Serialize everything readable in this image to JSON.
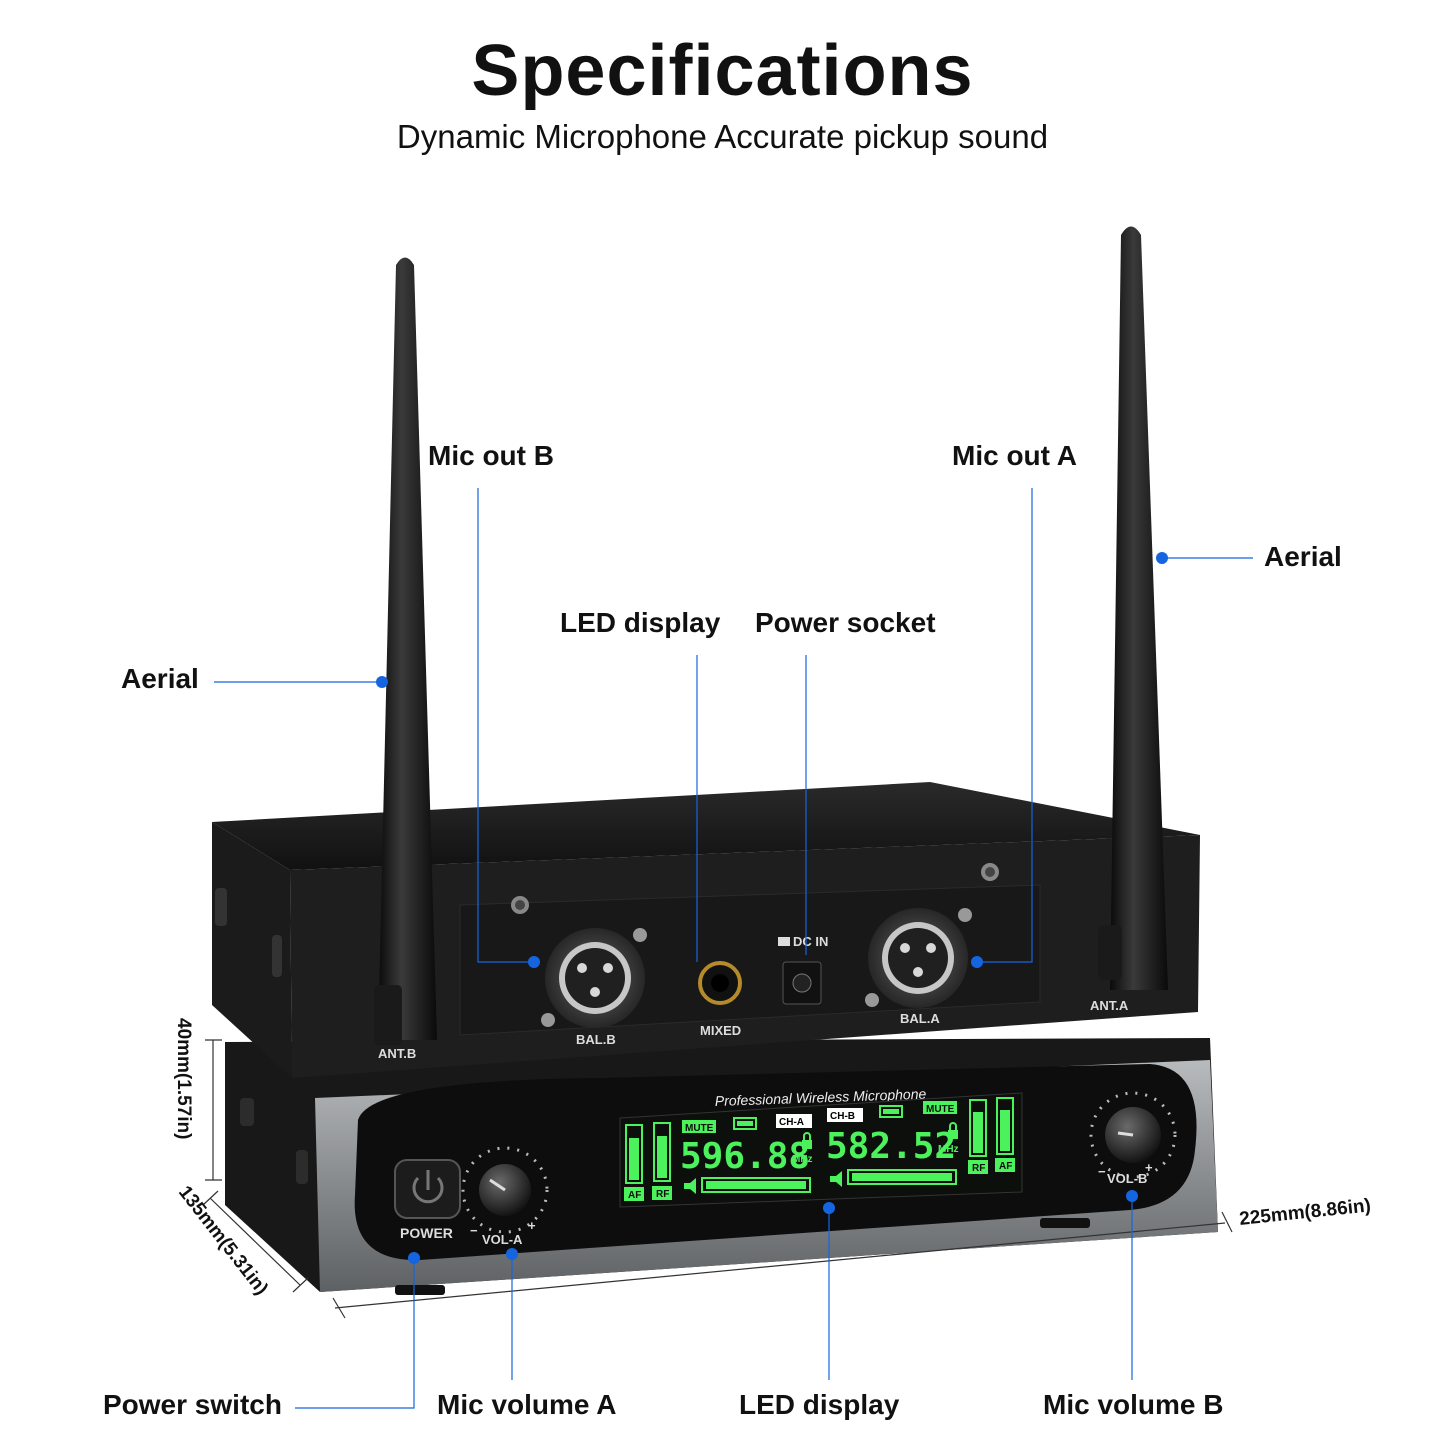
{
  "header": {
    "title": "Specifications",
    "subtitle": "Dynamic Microphone Accurate pickup sound"
  },
  "callouts": {
    "mic_out_b": "Mic out B",
    "mic_out_a": "Mic out A",
    "aerial_left": "Aerial",
    "aerial_right": "Aerial",
    "led_display_top": "LED display",
    "power_socket": "Power socket",
    "power_switch": "Power switch",
    "mic_volume_a": "Mic volume A",
    "led_display_bottom": "LED display",
    "mic_volume_b": "Mic volume B"
  },
  "dimensions": {
    "height": "40mm(1.57in)",
    "depth": "135mm(5.31in)",
    "width": "225mm(8.86in)"
  },
  "receiver_rear": {
    "ant_b": "ANT.B",
    "ant_a": "ANT.A",
    "bal_b": "BAL.B",
    "bal_a": "BAL.A",
    "mixed": "MIXED",
    "dc_in": "DC IN"
  },
  "receiver_front": {
    "brand_line": "Professional Wireless Microphone",
    "power": "POWER",
    "vol_a": "VOL-A",
    "vol_b": "VOL-B",
    "ch_a": "CH-A",
    "ch_b": "CH-B",
    "mute": "MUTE",
    "freq_a": "596.88",
    "freq_b": "582.52",
    "mhz": "MHz",
    "af": "AF",
    "rf": "RF",
    "minus": "−",
    "plus": "+"
  },
  "colors": {
    "accent_dot": "#1565e0",
    "lcd_green": "#4cf25c",
    "lcd_bg": "#0c0f0c",
    "device_body": "#1a1a1a",
    "front_panel": "#8e9294"
  },
  "icons": [
    "power-icon",
    "lock-icon",
    "battery-icon",
    "speaker-icon",
    "dc-plug-icon"
  ]
}
